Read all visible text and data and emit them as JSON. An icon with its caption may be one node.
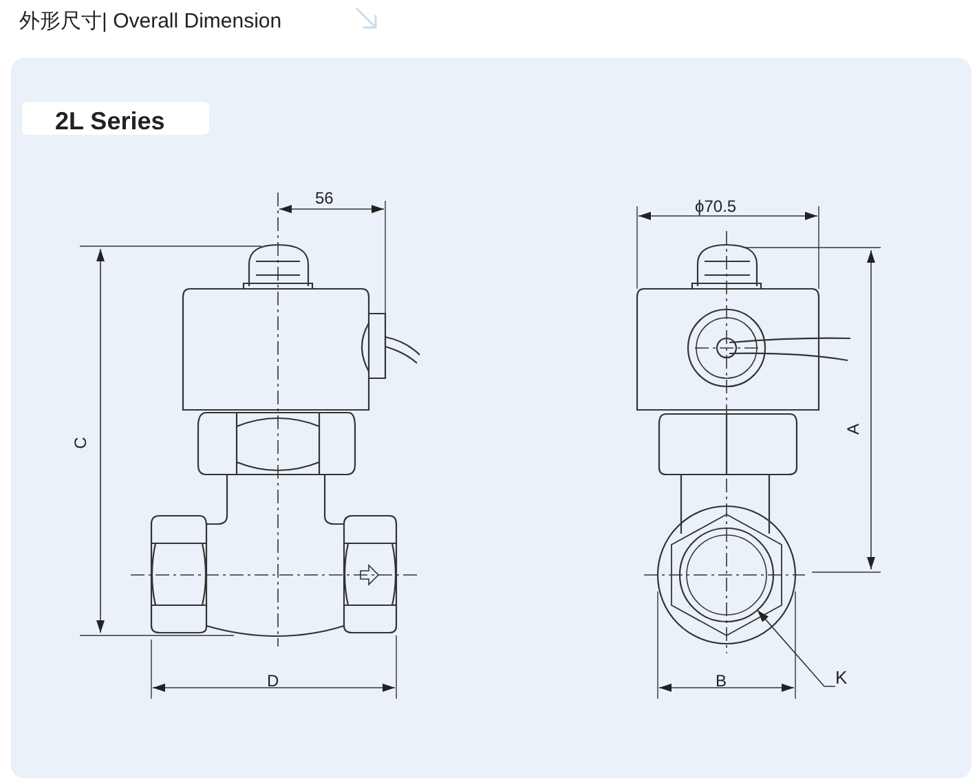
{
  "diagram": {
    "title": "外形尺寸| Overall Dimension",
    "nodes": [
      {
        "text": [
          "2L Series"
        ]
      },
      {
        "text": [
          "K"
        ]
      },
      {
        "text": [],
        "shape": "circle"
      }
    ],
    "edges": [
      {
        "from": 1,
        "to": 2,
        "arrow": "to"
      }
    ],
    "labels": [
      "56",
      "ϕ70.5",
      "C",
      "A",
      "D",
      "B"
    ]
  }
}
